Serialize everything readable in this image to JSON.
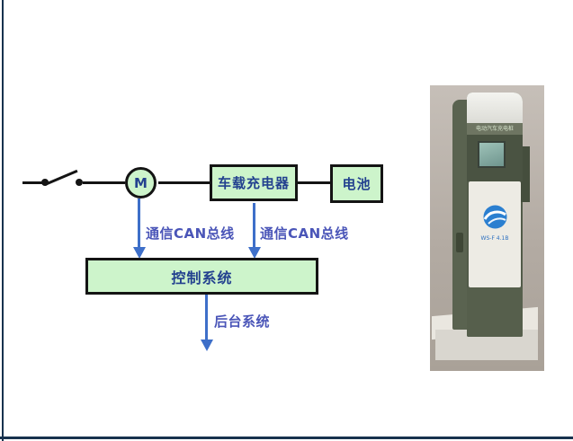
{
  "page": {
    "background": "#ffffff",
    "frame_color": "#17324e"
  },
  "diagram": {
    "box_fill": "#cdf4cb",
    "box_border": "#141414",
    "box_text_color": "#23418f",
    "wire_color": "#141414",
    "arrow_color": "#3e6fc9",
    "can_label_color": "#4a55b8",
    "motor_label": "M",
    "charger_label": "车载充电器",
    "battery_label": "电池",
    "control_label": "控制系统",
    "can_bus_label_left": "通信CAN总线",
    "can_bus_label_right": "通信CAN总线",
    "backend_label": "后台系统"
  },
  "photo": {
    "backdrop_color": "#b3aba3",
    "pillar_color": "#525b49",
    "panel_color": "#edebe4",
    "screen_color": "#8fb8ae",
    "logo_color": "#2b7fd0",
    "header_caption": "电动汽车充电桩",
    "brand_caption": "WS-F 4.1B"
  }
}
